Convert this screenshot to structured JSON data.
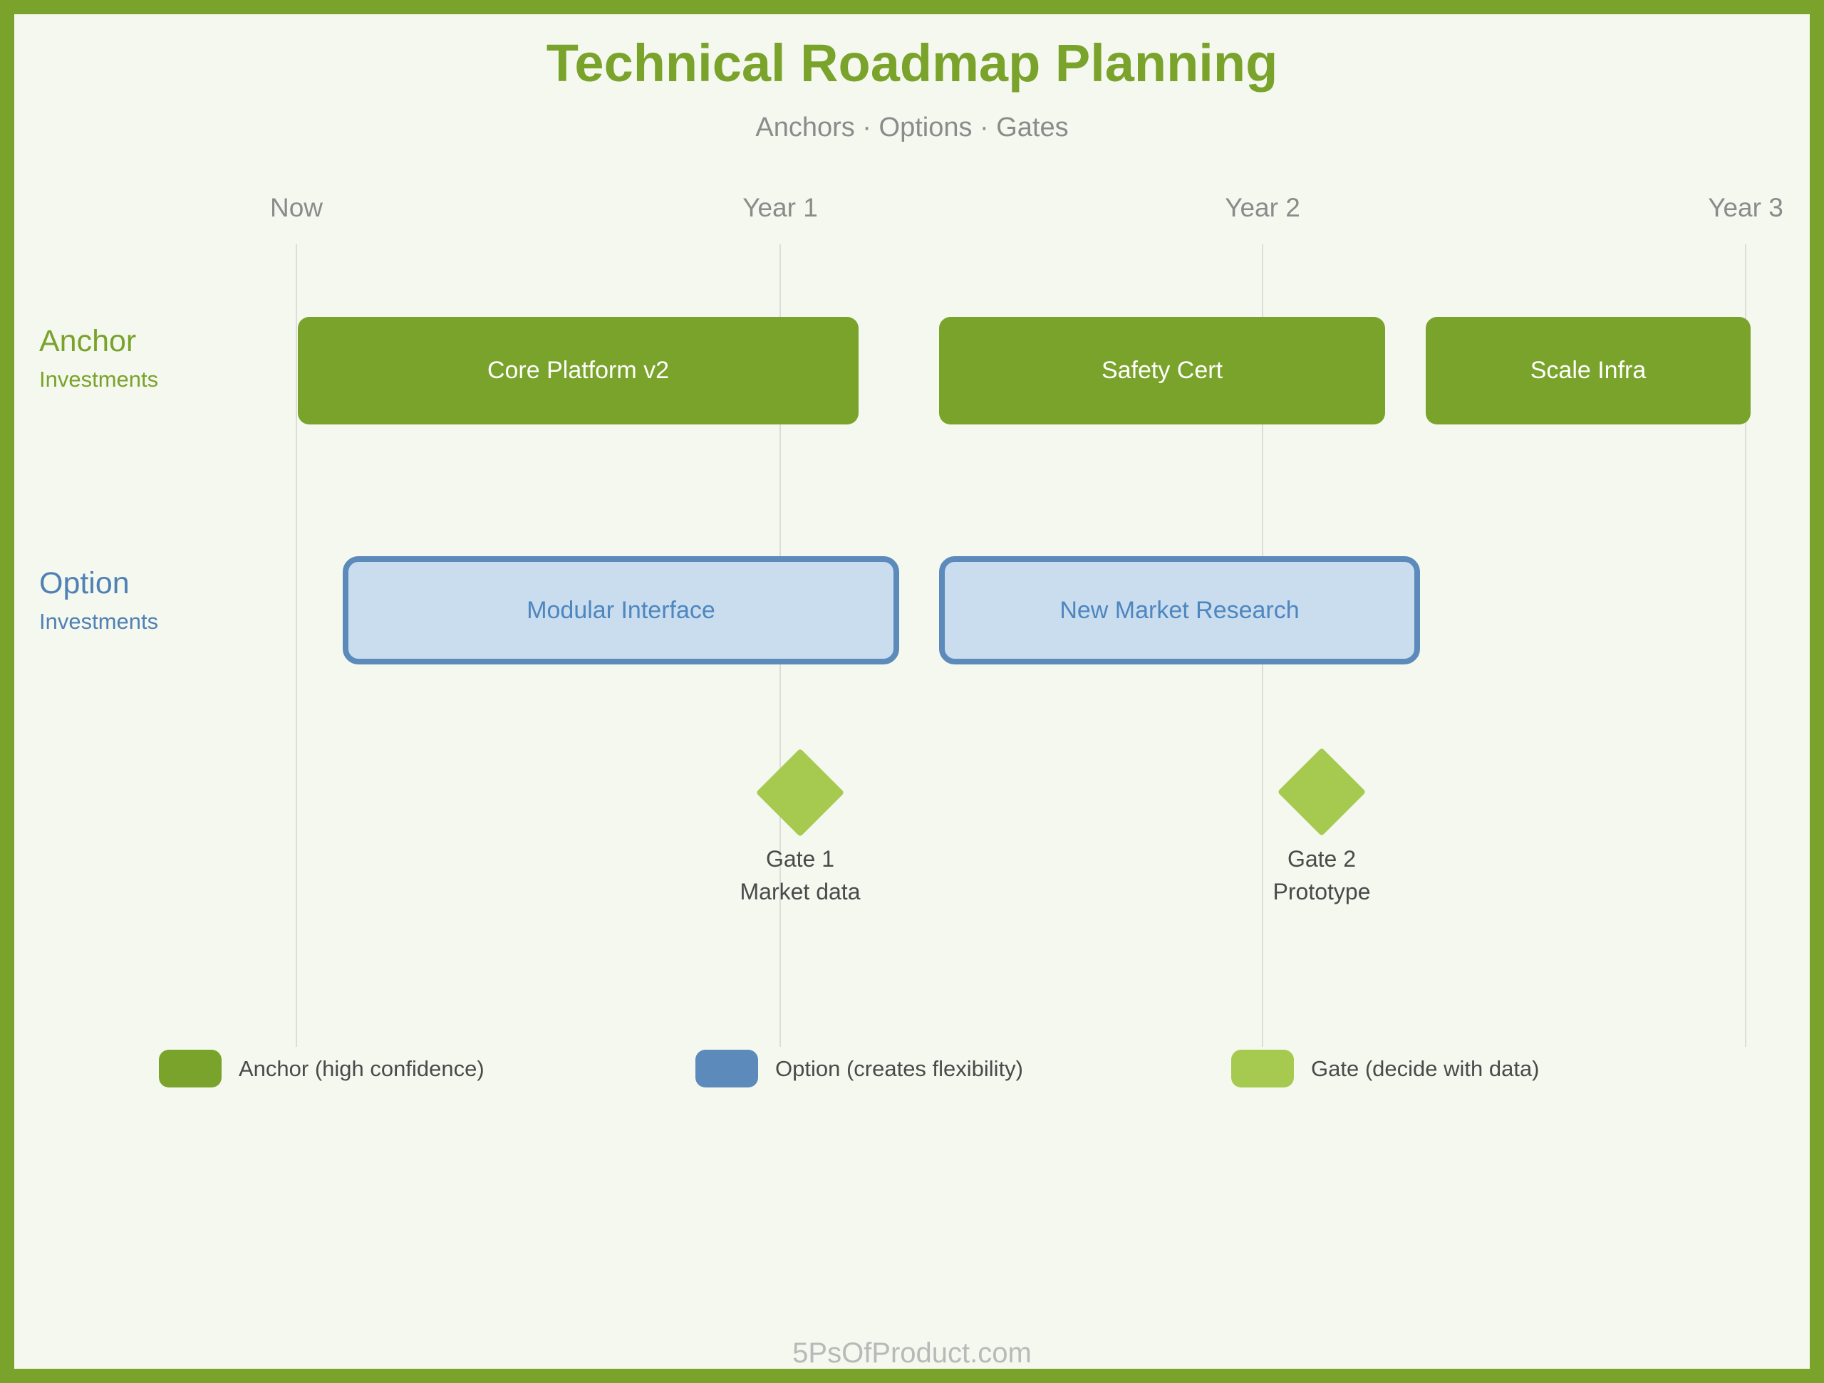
{
  "page": {
    "title": "Technical Roadmap Planning",
    "subtitle": "Anchors · Options · Gates",
    "footer": "5PsOfProduct.com"
  },
  "colors": {
    "anchor_green": "#7aa32b",
    "gate_green": "#a6c950",
    "option_fill": "#c9ddef",
    "option_border": "#5b8abb",
    "option_text": "#4e86be",
    "background": "#f5f8ef",
    "frame_border": "#7aa32b"
  },
  "timeline": {
    "labels": [
      "Now",
      "Year 1",
      "Year 2",
      "Year 3"
    ]
  },
  "rows": {
    "anchor": {
      "title": "Anchor",
      "subtitle": "Investments",
      "bars": [
        {
          "label": "Core Platform v2"
        },
        {
          "label": "Safety Cert"
        },
        {
          "label": "Scale Infra"
        }
      ]
    },
    "option": {
      "title": "Option",
      "subtitle": "Investments",
      "bars": [
        {
          "label": "Modular Interface"
        },
        {
          "label": "New Market Research"
        }
      ]
    }
  },
  "gates": [
    {
      "name": "Gate 1",
      "criterion": "Market data"
    },
    {
      "name": "Gate 2",
      "criterion": "Prototype"
    }
  ],
  "legend": [
    {
      "label": "Anchor (high confidence)",
      "color": "#7aa32b"
    },
    {
      "label": "Option (creates flexibility)",
      "color": "#5b8abb"
    },
    {
      "label": "Gate (decide with data)",
      "color": "#a6c950"
    }
  ]
}
